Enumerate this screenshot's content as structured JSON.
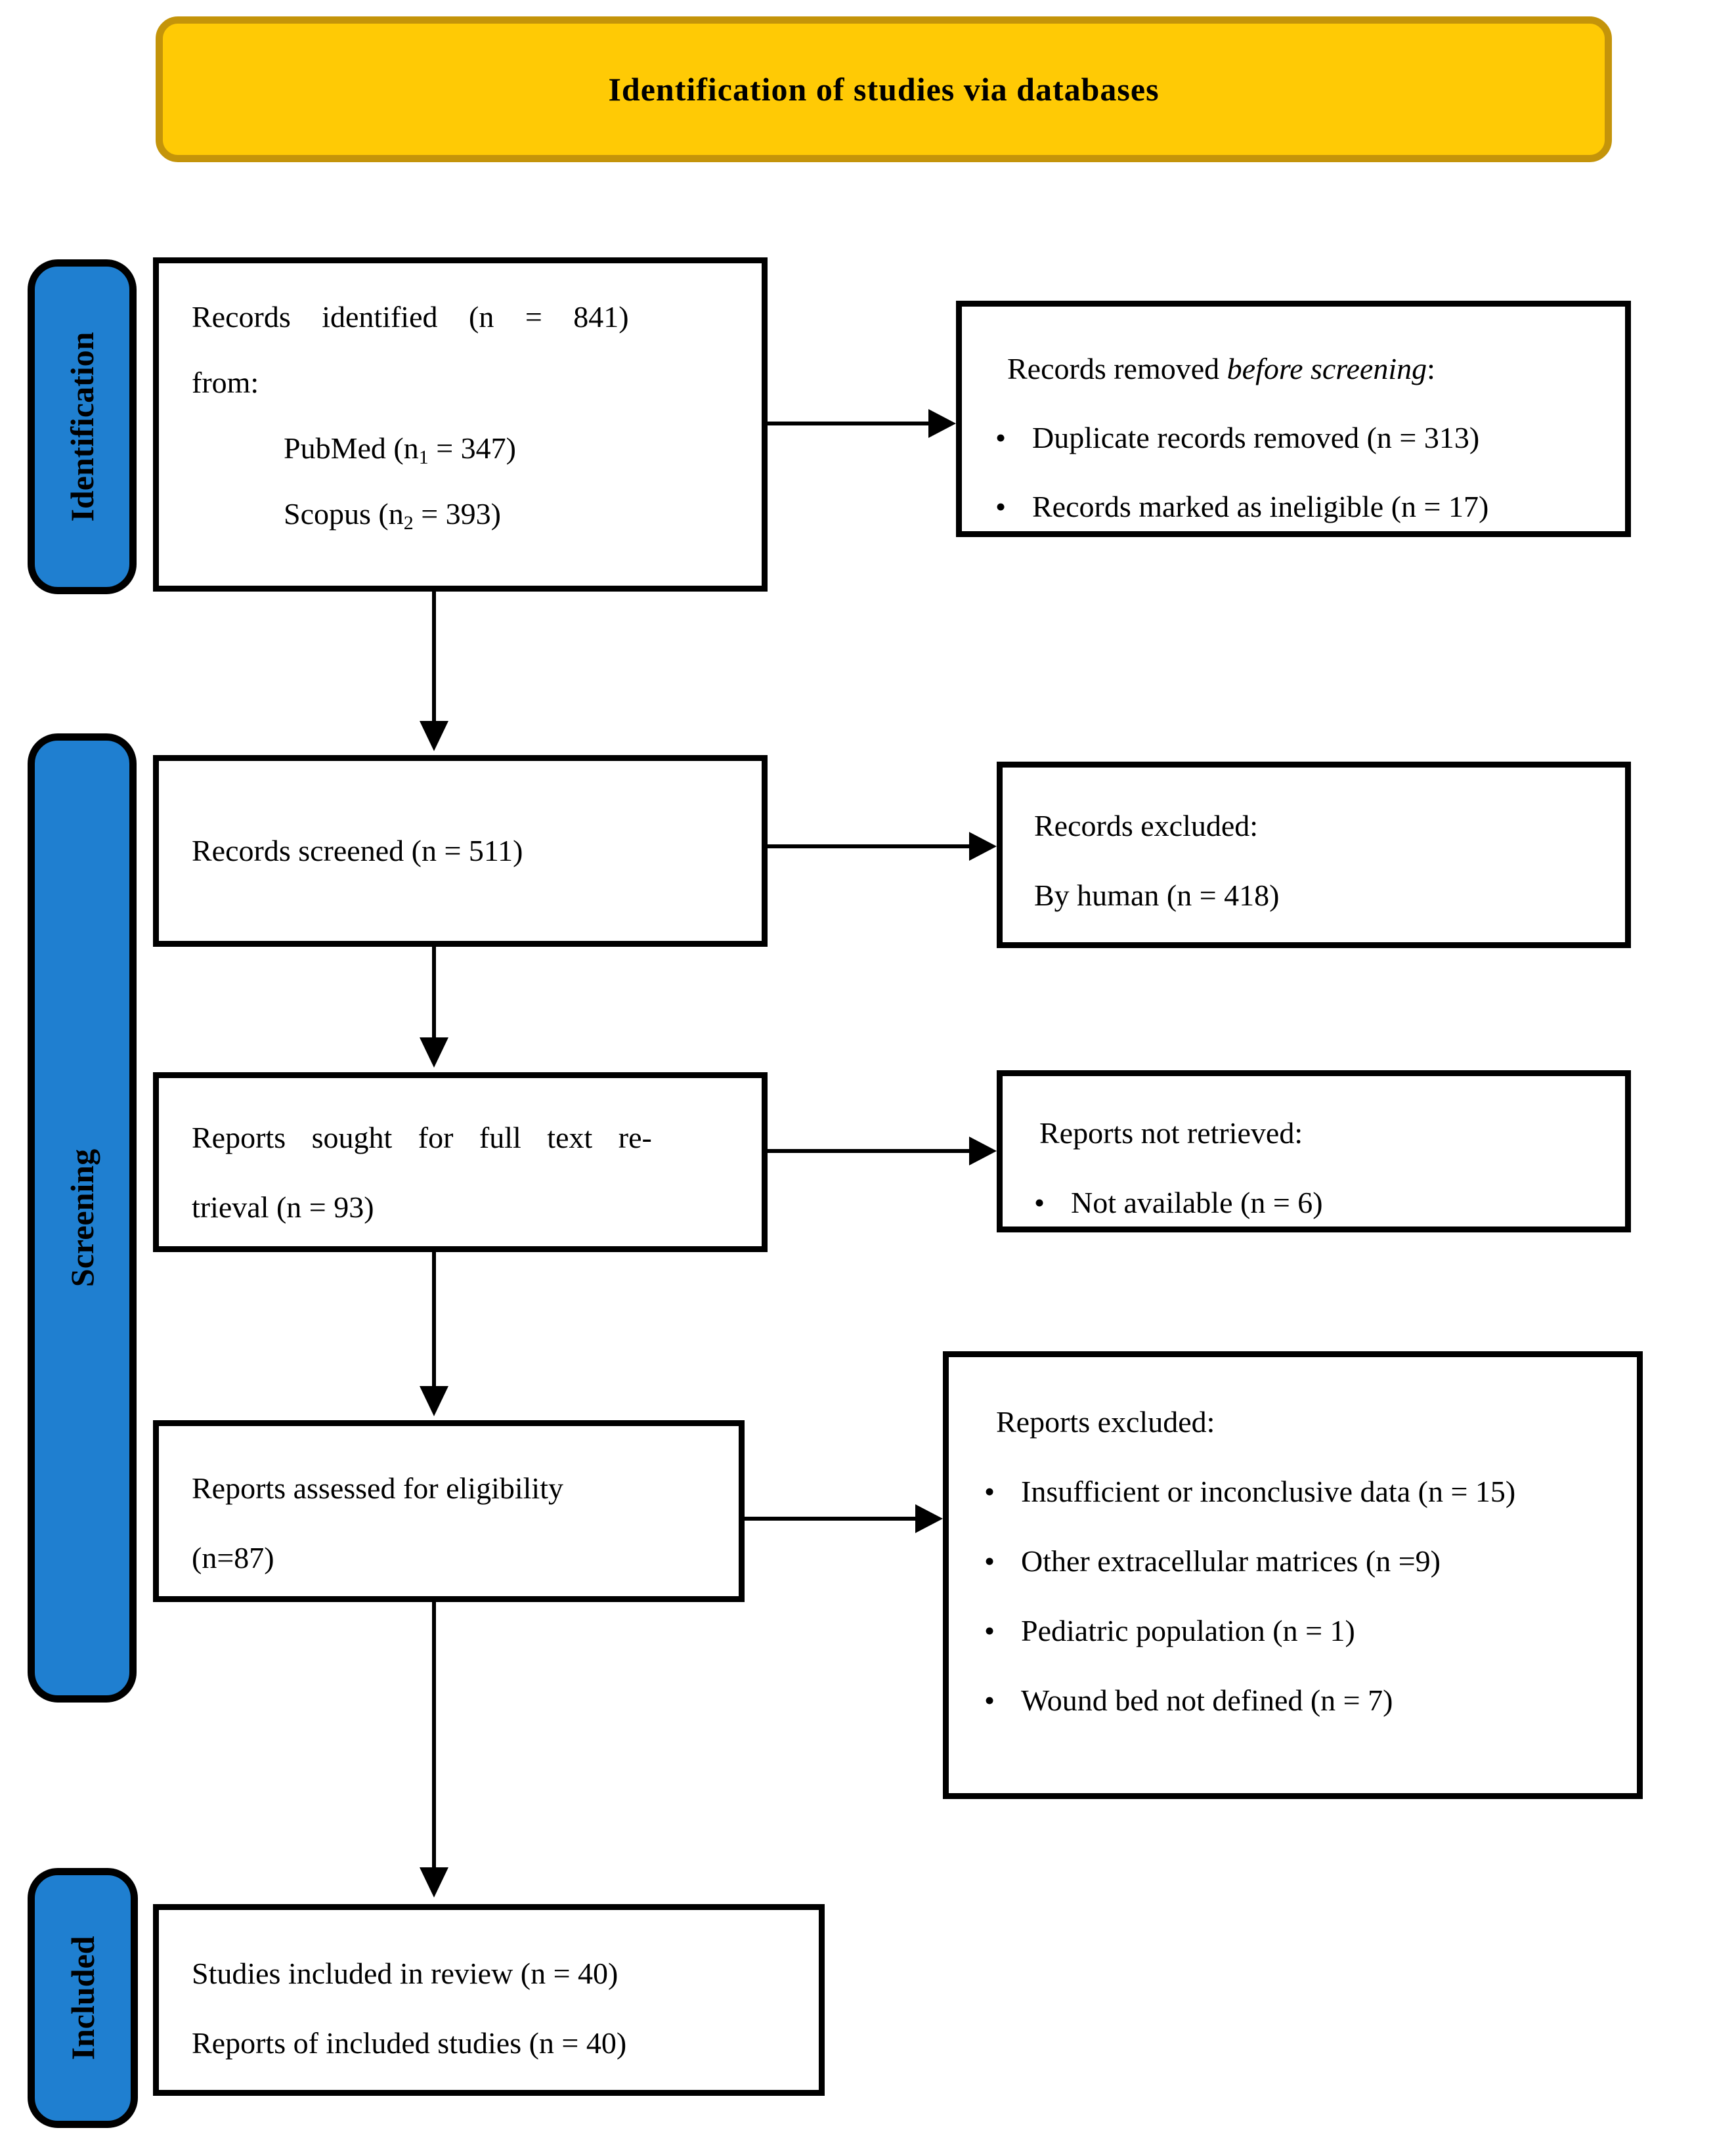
{
  "diagram": {
    "banner_title": "Identification of studies via databases",
    "colors": {
      "banner_fill": "#FFCA05",
      "banner_border": "#C4940A",
      "stage_fill": "#1F7FD0",
      "box_border": "#000000",
      "text": "#000000"
    },
    "stages": {
      "identification": "Identification",
      "screening": "Screening",
      "included": "Included"
    },
    "records_identified": {
      "line1": "Records identified (n = 841)",
      "line2": "from:",
      "sources": [
        {
          "prefix": "PubMed (n",
          "sub": "1",
          "suffix": " = 347)"
        },
        {
          "prefix": "Scopus (n",
          "sub": "2",
          "suffix": " = 393)"
        }
      ]
    },
    "records_removed": {
      "title_prefix": "Records removed ",
      "title_italic": "before screening",
      "title_suffix": ":",
      "bullets": [
        "Duplicate records removed (n = 313)",
        "Records marked as ineligible (n = 17)"
      ]
    },
    "records_screened": {
      "text": "Records screened (n = 511)"
    },
    "records_excluded": {
      "line1": "Records excluded:",
      "line2": "By human (n = 418)"
    },
    "reports_sought": {
      "line1": "Reports sought for full text re-",
      "line2": "trieval (n = 93)"
    },
    "reports_not_retrieved": {
      "title": "Reports not retrieved:",
      "bullets": [
        "Not available (n = 6)"
      ]
    },
    "reports_assessed": {
      "line1": "Reports assessed for eligibility",
      "line2": "(n=87)"
    },
    "reports_excluded": {
      "title": "Reports excluded:",
      "bullets": [
        "Insufficient or inconclusive data (n = 15)",
        "Other extracellular matrices (n =9)",
        "Pediatric population (n = 1)",
        "Wound bed not defined (n = 7)"
      ]
    },
    "studies_included": {
      "line1": "Studies included in review (n = 40)",
      "line2": "Reports of included studies (n = 40)"
    }
  }
}
